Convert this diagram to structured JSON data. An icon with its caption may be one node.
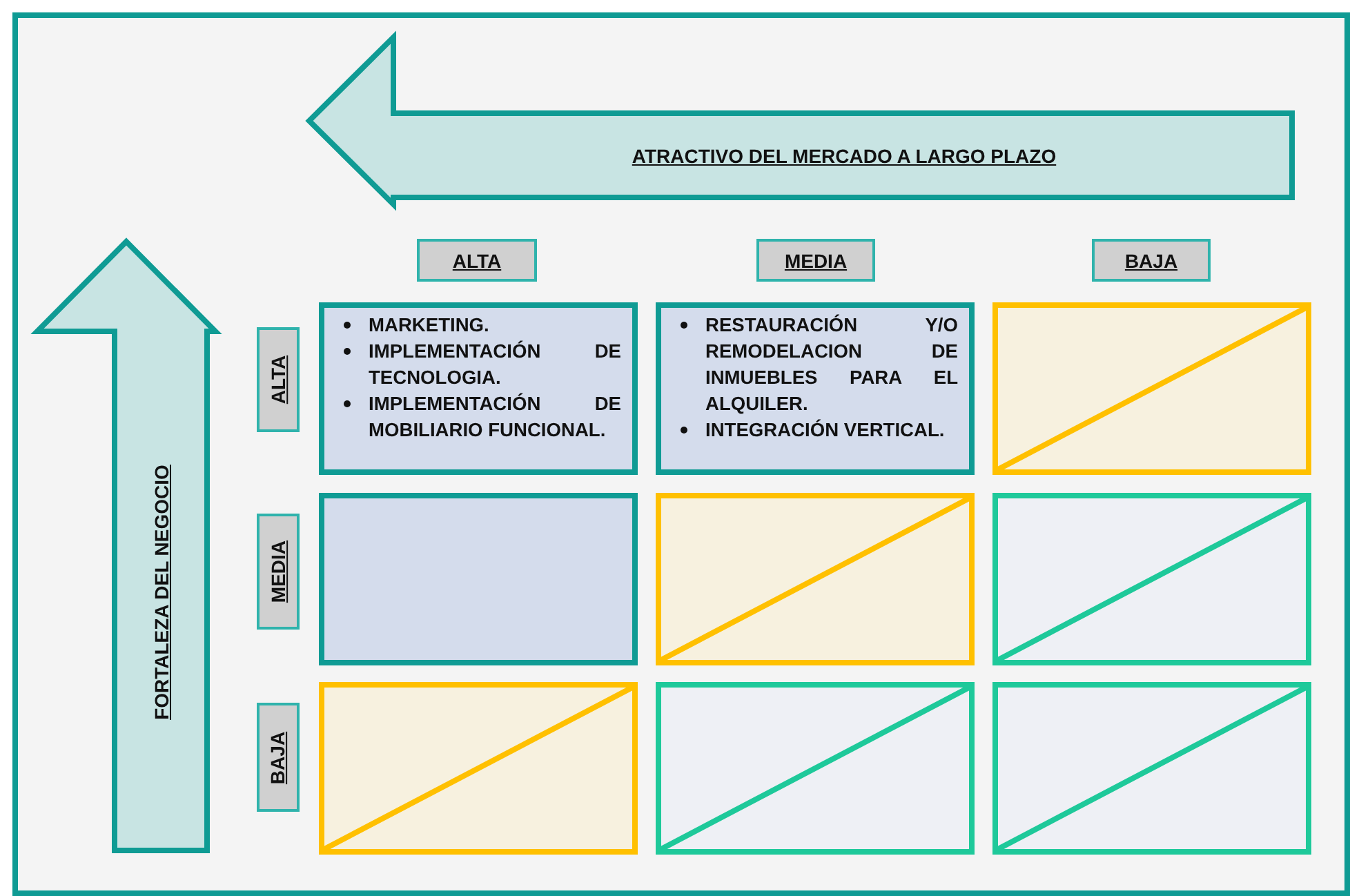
{
  "diagram": {
    "nodes": [
      {
        "text": [
          "ATRACTIVO DEL MERCADO A LARGO PLAZO"
        ]
      },
      {
        "text": [
          "FORTALEZA DEL NEGOCIO"
        ]
      },
      {
        "text": [
          "ALTA"
        ]
      },
      {
        "text": [
          "MEDIA"
        ]
      },
      {
        "text": [
          "BAJA"
        ]
      },
      {
        "text": [
          "ALTA"
        ]
      },
      {
        "text": [
          "MEDIA"
        ]
      },
      {
        "text": [
          "BAJA"
        ]
      },
      {
        "text": [
          "MARKETING.",
          "IMPLEMENTACIÓN DE TECNOLOGIA.",
          "IMPLEMENTACIÓN DE MOBILIARIO FUNCIONAL."
        ]
      },
      {
        "text": [
          "RESTAURACIÓN Y/O REMODELACION DE INMUEBLES PARA EL ALQUILER.",
          "INTEGRACIÓN VERTICAL."
        ]
      },
      {
        "text": [],
        "shape": "box"
      },
      {
        "text": [],
        "shape": "box"
      },
      {
        "text": [],
        "shape": "box"
      },
      {
        "text": [],
        "shape": "box"
      },
      {
        "text": [],
        "shape": "box"
      },
      {
        "text": [],
        "shape": "box"
      },
      {
        "text": [],
        "shape": "box"
      }
    ]
  }
}
